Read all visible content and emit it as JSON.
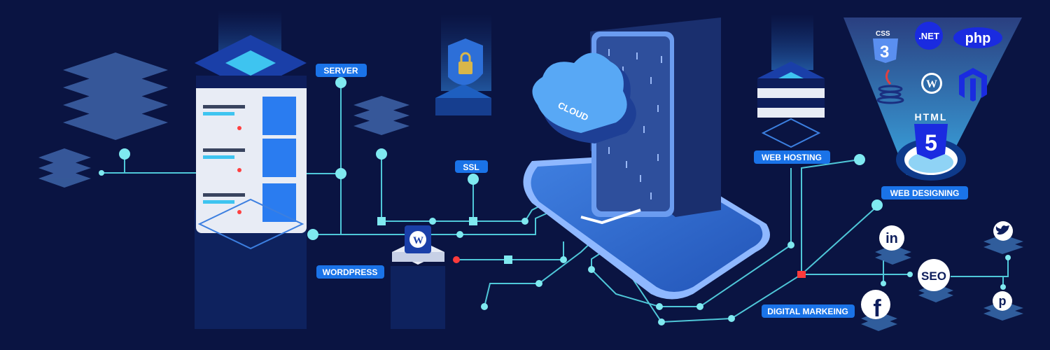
{
  "labels": {
    "server": "SERVER",
    "ssl": "SSL",
    "cloud": "CLOUD",
    "web_hosting": "WEB HOSTING",
    "web_designing": "WEB DESIGNING",
    "wordpress": "WORDPRESS",
    "digital_marketing": "DIGITAL MARKEING"
  },
  "tech_logos": {
    "css": "CSS",
    "css_number": "3",
    "dotnet": ".NET",
    "php": "php",
    "html": "HTML",
    "html_number": "5",
    "wordpress_glyph": "W"
  },
  "social": {
    "linkedin": "in",
    "seo": "SEO",
    "facebook": "f",
    "pinterest": "p"
  },
  "colors": {
    "background": "#0a1442",
    "label_bg": "#1a73e8",
    "accent_cyan": "#4fc7d8",
    "alert_red": "#ff3b3b"
  }
}
